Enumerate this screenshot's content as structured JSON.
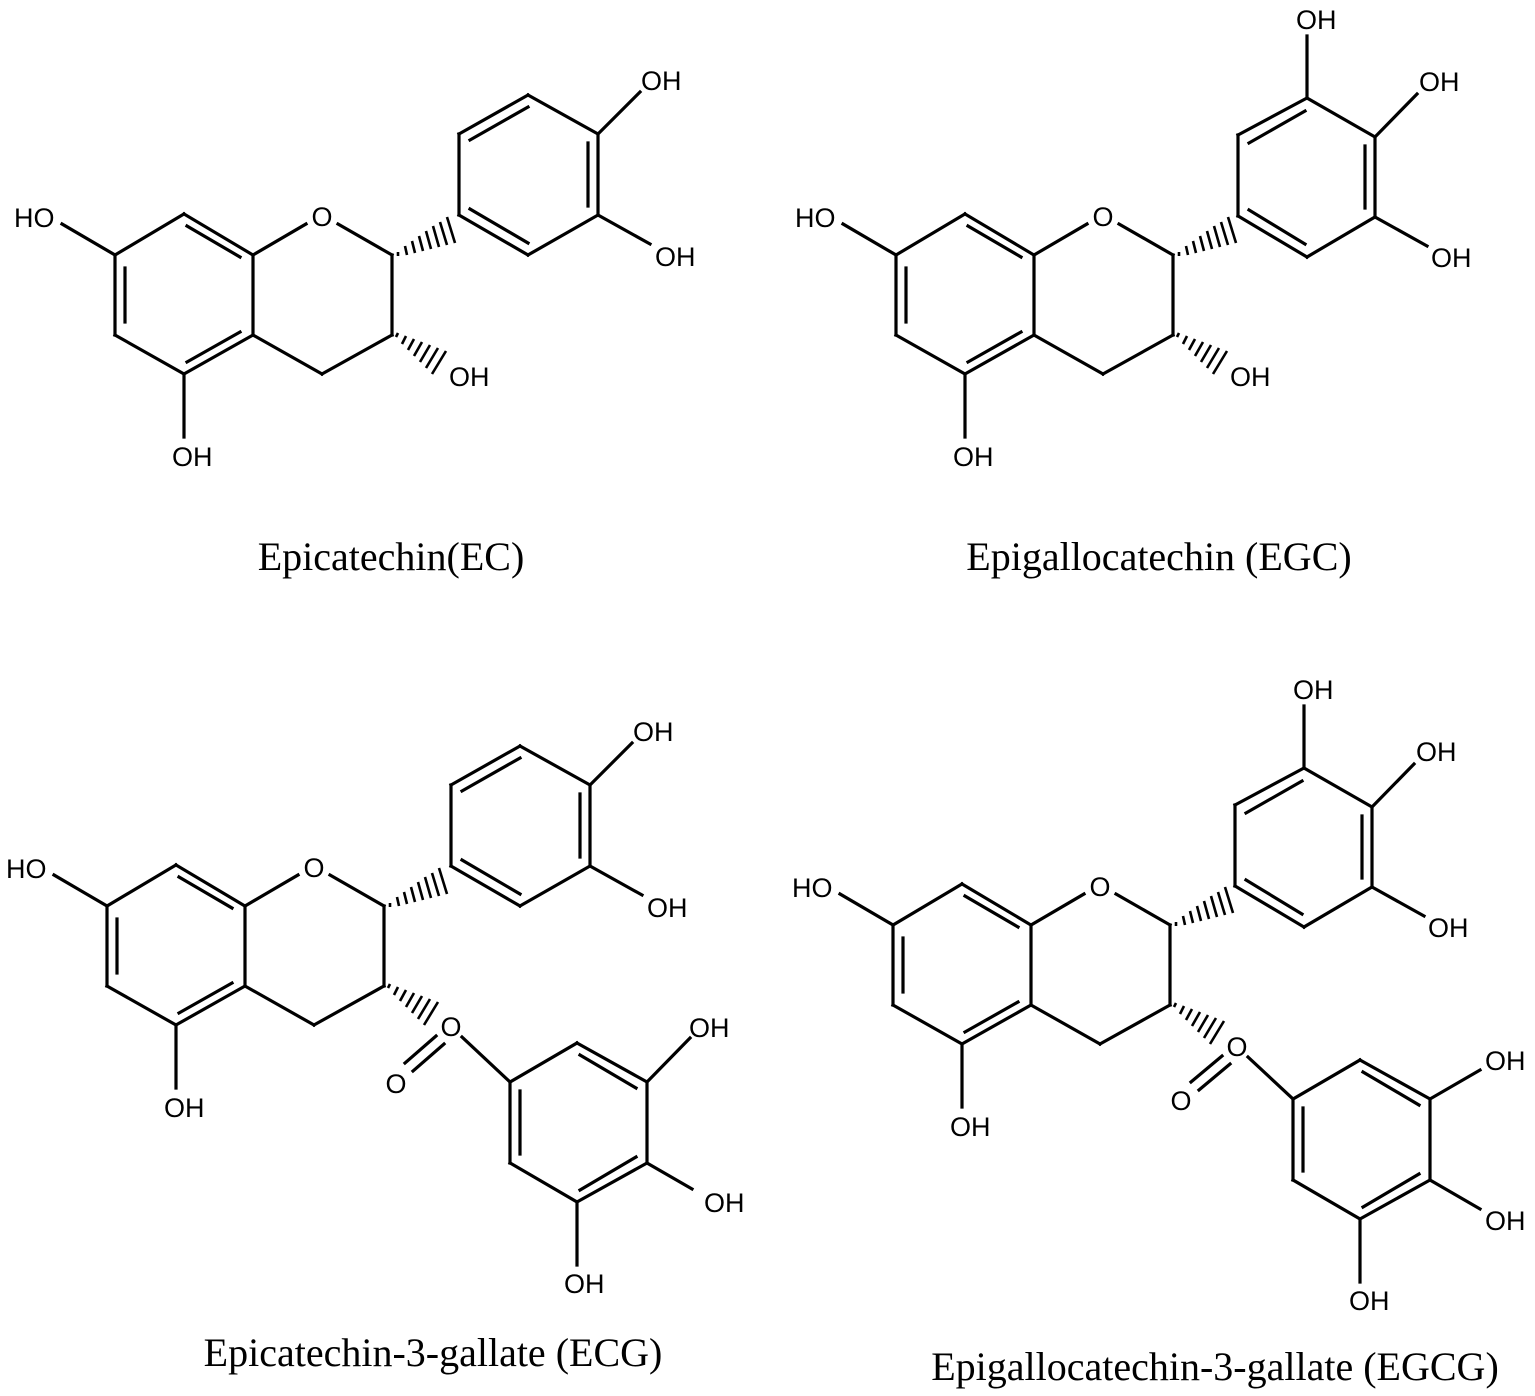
{
  "figure": {
    "molecules": [
      {
        "id": "ec",
        "caption": "Epicatechin(EC)",
        "labels": {
          "o1": "O",
          "oh7": "HO",
          "oh5": "OH",
          "oh3": "OH",
          "oh3p": "OH",
          "oh4p": "OH"
        }
      },
      {
        "id": "egc",
        "caption": "Epigallocatechin (EGC)",
        "labels": {
          "o1": "O",
          "oh7": "HO",
          "oh5": "OH",
          "oh3": "OH",
          "oh3p": "OH",
          "oh4p": "OH",
          "oh5p": "OH"
        }
      },
      {
        "id": "ecg",
        "caption": "Epicatechin-3-gallate (ECG)",
        "labels": {
          "o1": "O",
          "oh7": "HO",
          "oh5": "OH",
          "oh3p": "OH",
          "oh4p": "OH",
          "o_ester": "O",
          "o_carbonyl": "O",
          "g_oh3": "OH",
          "g_oh4": "OH",
          "g_oh5": "OH"
        }
      },
      {
        "id": "egcg",
        "caption": "Epigallocatechin-3-gallate (EGCG)",
        "labels": {
          "o1": "O",
          "oh7": "HO",
          "oh5": "OH",
          "oh3p": "OH",
          "oh4p": "OH",
          "oh5p": "OH",
          "o_ester": "O",
          "o_carbonyl": "O",
          "g_oh3": "OH",
          "g_oh4": "OH",
          "g_oh5": "OH"
        }
      }
    ]
  }
}
